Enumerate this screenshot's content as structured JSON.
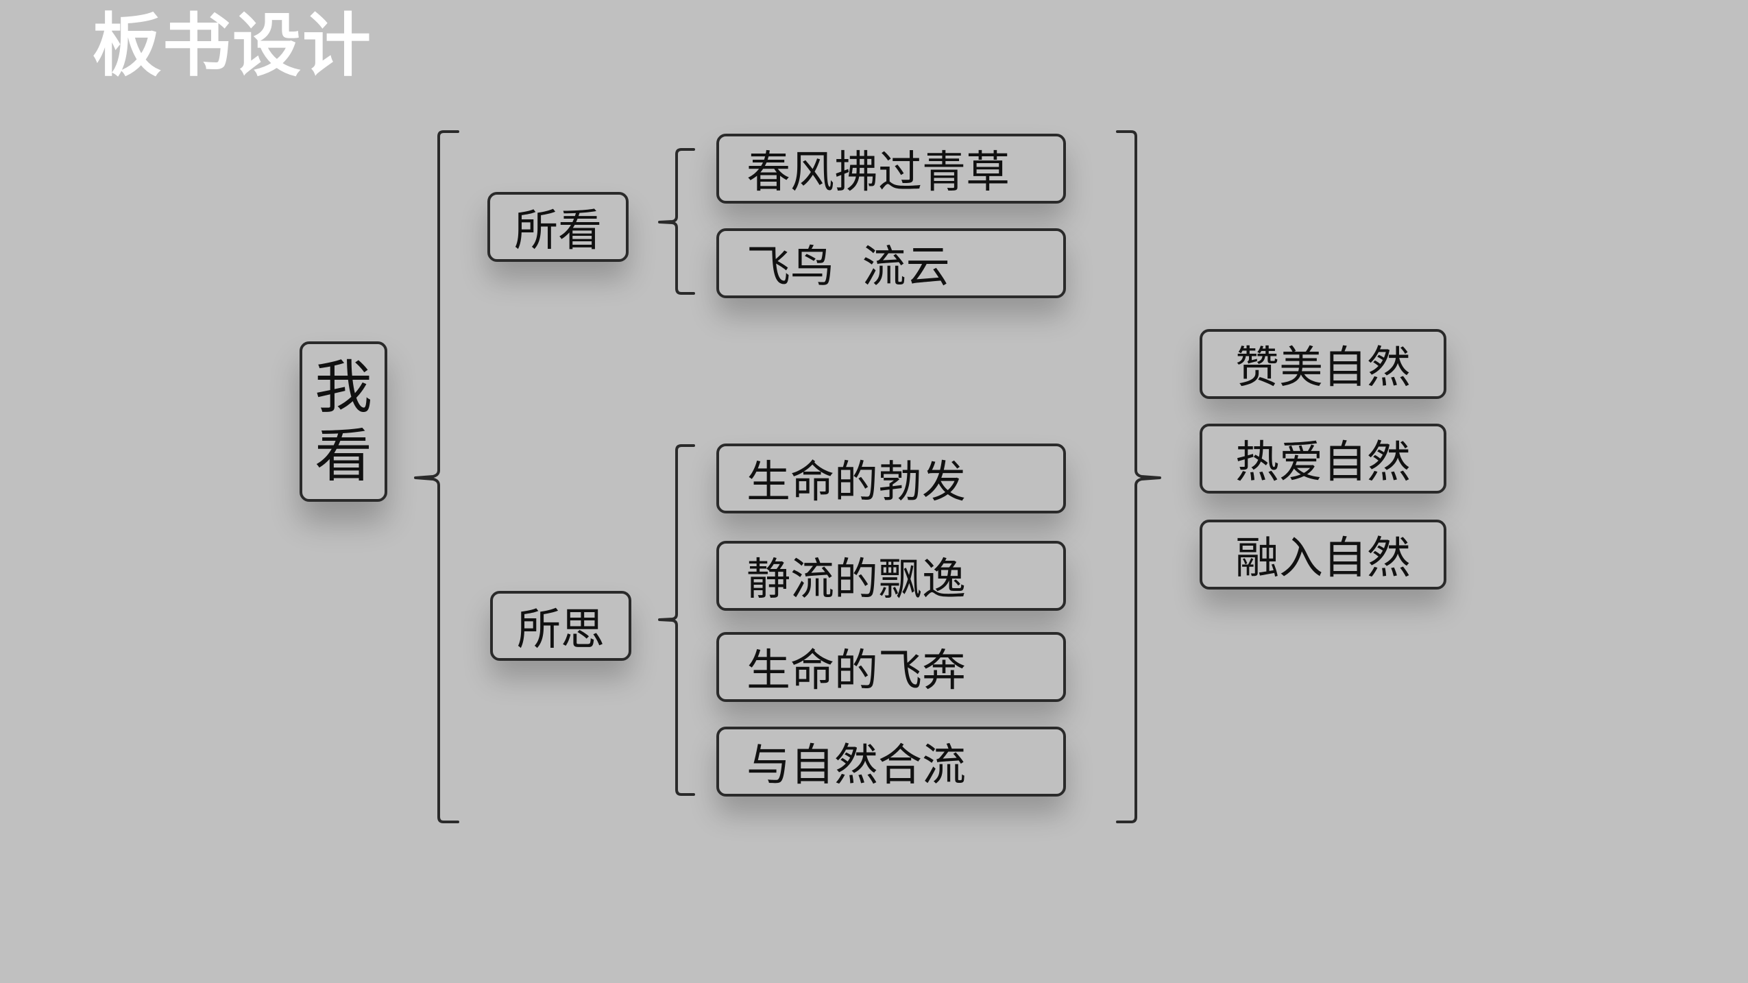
{
  "title": "板书设计",
  "root": {
    "char1": "我",
    "char2": "看"
  },
  "branches": {
    "seen": {
      "label": "所看",
      "items": [
        "春风拂过青草",
        "飞鸟  流云"
      ]
    },
    "thought": {
      "label": "所思",
      "items": [
        "生命的勃发",
        "静流的飘逸",
        "生命的飞奔",
        "与自然合流"
      ]
    }
  },
  "conclusions": [
    "赞美自然",
    "热爱自然",
    "融入自然"
  ],
  "colors": {
    "background": "#c0c0c0",
    "title": "#ffffff",
    "stroke": "#2a2a2a",
    "text": "#111111"
  }
}
